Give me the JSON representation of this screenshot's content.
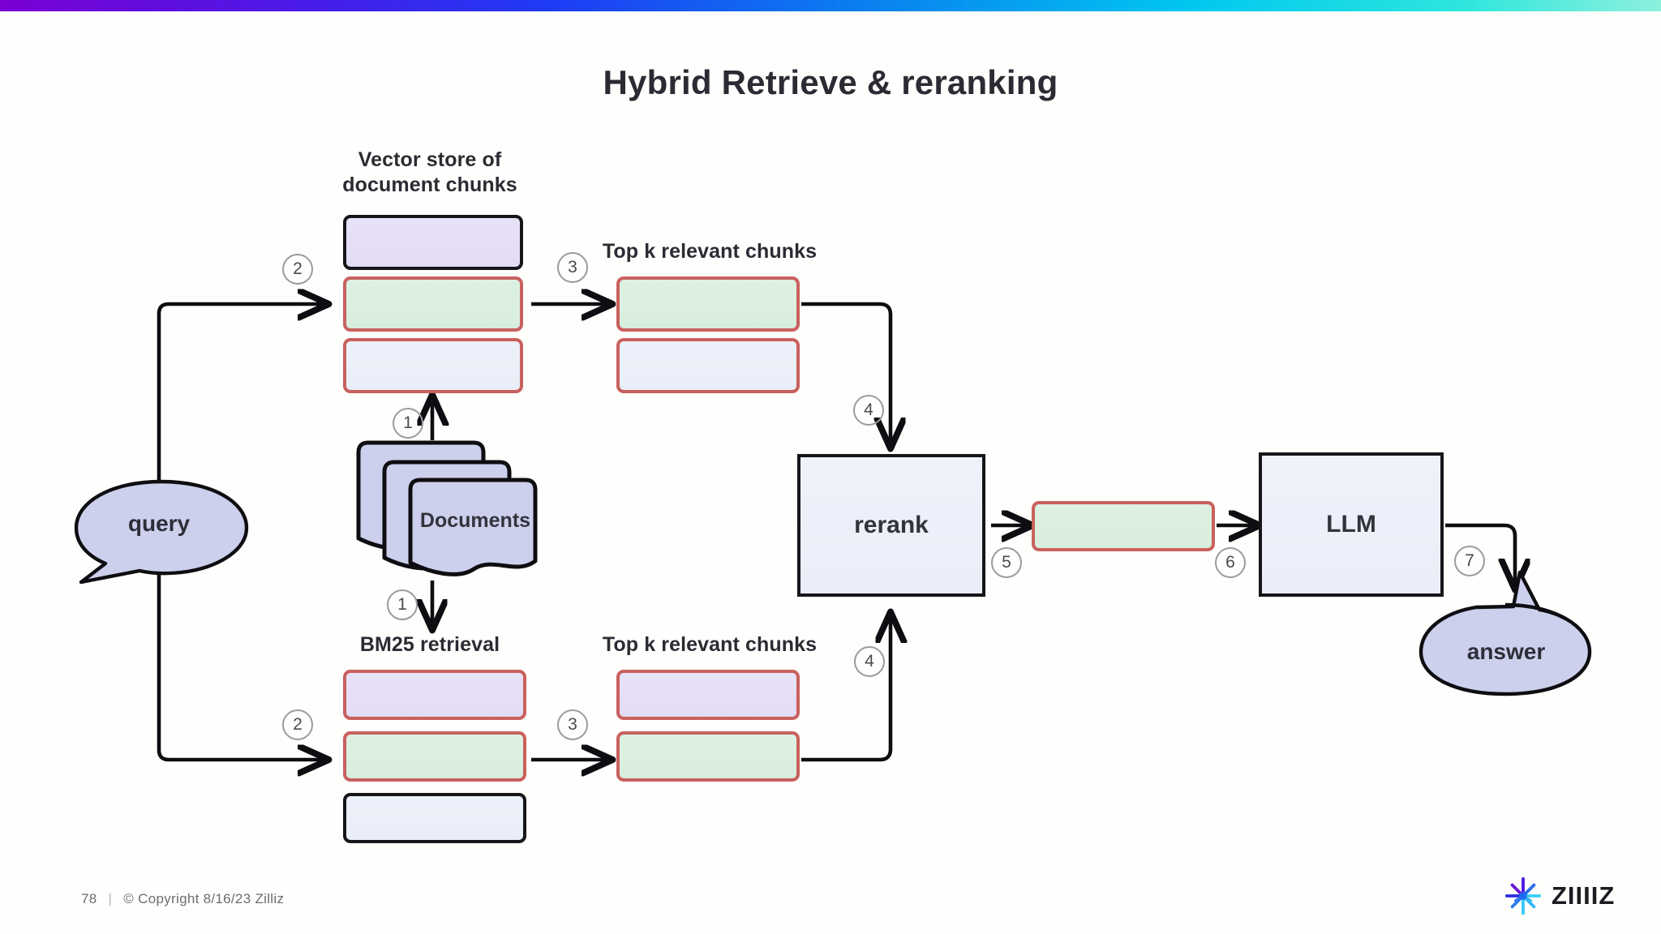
{
  "slide": {
    "title": "Hybrid Retrieve & reranking",
    "background_color": "#fefefc",
    "accent_gradient": [
      "#7b00d4",
      "#1f3bf5",
      "#00c8f0",
      "#8df0dd"
    ]
  },
  "labels": {
    "vector_store": "Vector store of\ndocument chunks",
    "vector_store_line1": "Vector store of",
    "vector_store_line2": "document chunks",
    "topk_top": "Top k relevant chunks",
    "topk_bottom": "Top k relevant chunks",
    "bm25": "BM25 retrieval",
    "documents": "Documents",
    "rerank": "rerank",
    "llm": "LLM",
    "query": "query",
    "answer": "answer"
  },
  "steps": {
    "s1_up": "1",
    "s1_down": "1",
    "s2_top": "2",
    "s2_bottom": "2",
    "s3_top": "3",
    "s3_bottom": "3",
    "s4_top": "4",
    "s4_bottom": "4",
    "s5": "5",
    "s6": "6",
    "s7": "7"
  },
  "colors": {
    "chunk_purple": "#e6e0f7",
    "chunk_green": "#ddf0e1",
    "chunk_pale": "#edf1fa",
    "border_red": "#c9615e",
    "border_black": "#16161a",
    "bubble_fill": "#ccd0ec",
    "text_dark": "#2b2b33",
    "step_gray": "#9a9aa0"
  },
  "vector_store_chunks": [
    {
      "fill": "purple",
      "border": "black"
    },
    {
      "fill": "green",
      "border": "red"
    },
    {
      "fill": "pale",
      "border": "red"
    }
  ],
  "topk_top_chunks": [
    {
      "fill": "green",
      "border": "red"
    },
    {
      "fill": "pale",
      "border": "red"
    }
  ],
  "bm25_chunks": [
    {
      "fill": "purple",
      "border": "red"
    },
    {
      "fill": "green",
      "border": "red"
    },
    {
      "fill": "pale",
      "border": "black"
    }
  ],
  "topk_bottom_chunks": [
    {
      "fill": "purple",
      "border": "red"
    },
    {
      "fill": "green",
      "border": "red"
    }
  ],
  "rerank_output_chunk": {
    "fill": "green",
    "border": "red"
  },
  "footer": {
    "page_number": "78",
    "copyright": "© Copyright  8/16/23  Zilliz"
  },
  "logo": {
    "wordmark": "ZIIIIZ",
    "icon": "zilliz-starburst-icon"
  }
}
